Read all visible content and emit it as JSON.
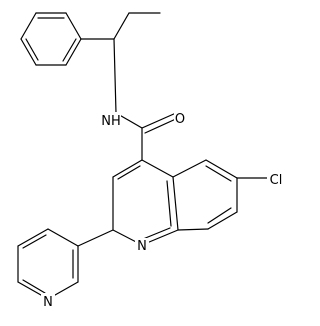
{
  "molecule": {
    "atom_labels": {
      "nh": "NH",
      "o": "O",
      "cl": "Cl",
      "n_quinoline": "N",
      "n_pyridine": "N"
    },
    "colors": {
      "bond": "#000000",
      "background": "#ffffff"
    }
  }
}
